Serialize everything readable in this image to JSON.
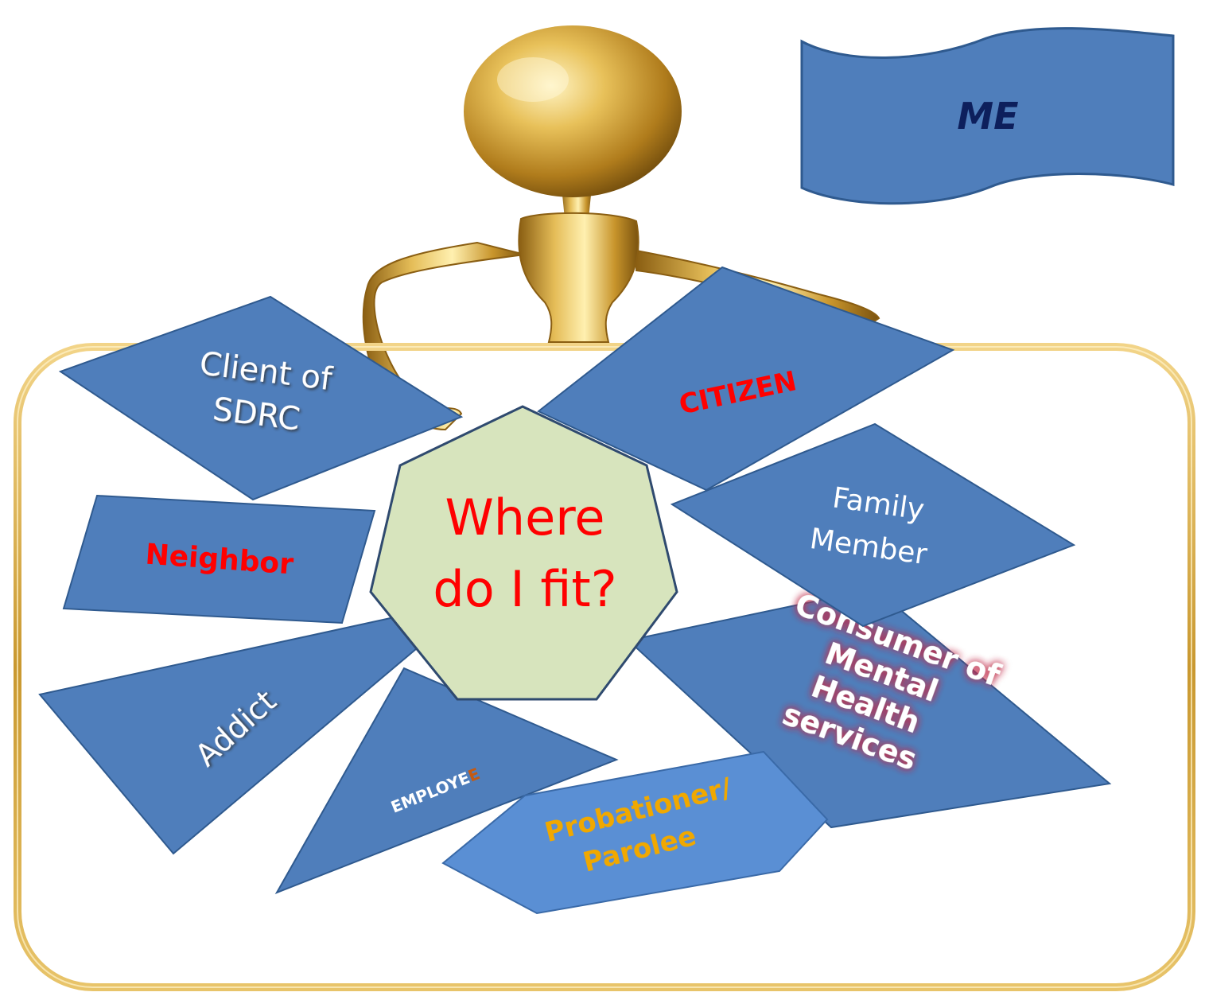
{
  "banner": {
    "label": "ME"
  },
  "center": {
    "line1": "Where",
    "line2": "do I fit?"
  },
  "shapes": {
    "client": {
      "line1": "Client of",
      "line2": "SDRC"
    },
    "citizen": {
      "label": "CITIZEN"
    },
    "neighbor": {
      "label": "Neighbor"
    },
    "family": {
      "line1": "Family",
      "line2": "Member"
    },
    "addict": {
      "label": "Addict"
    },
    "employee": {
      "label_main": "EMPLOYE",
      "label_last": "E"
    },
    "probationer": {
      "line1": "Probationer/",
      "line2": "Parolee"
    },
    "consumer": {
      "line1": "Consumer of",
      "line2": "Mental",
      "line3": "Health",
      "line4": "services"
    }
  },
  "colors": {
    "shape_fill": "#4f7ebb",
    "shape_stroke": "#2f5a8f",
    "probationer_fill": "#5a8fd4",
    "center_fill": "#d7e4bd",
    "red_text": "#ff0000",
    "orange_text": "#f0a800",
    "navy_text": "#0d1f5c",
    "gold": "#d4a93a"
  },
  "icons": {
    "figure": "gold-person-figure-icon"
  }
}
